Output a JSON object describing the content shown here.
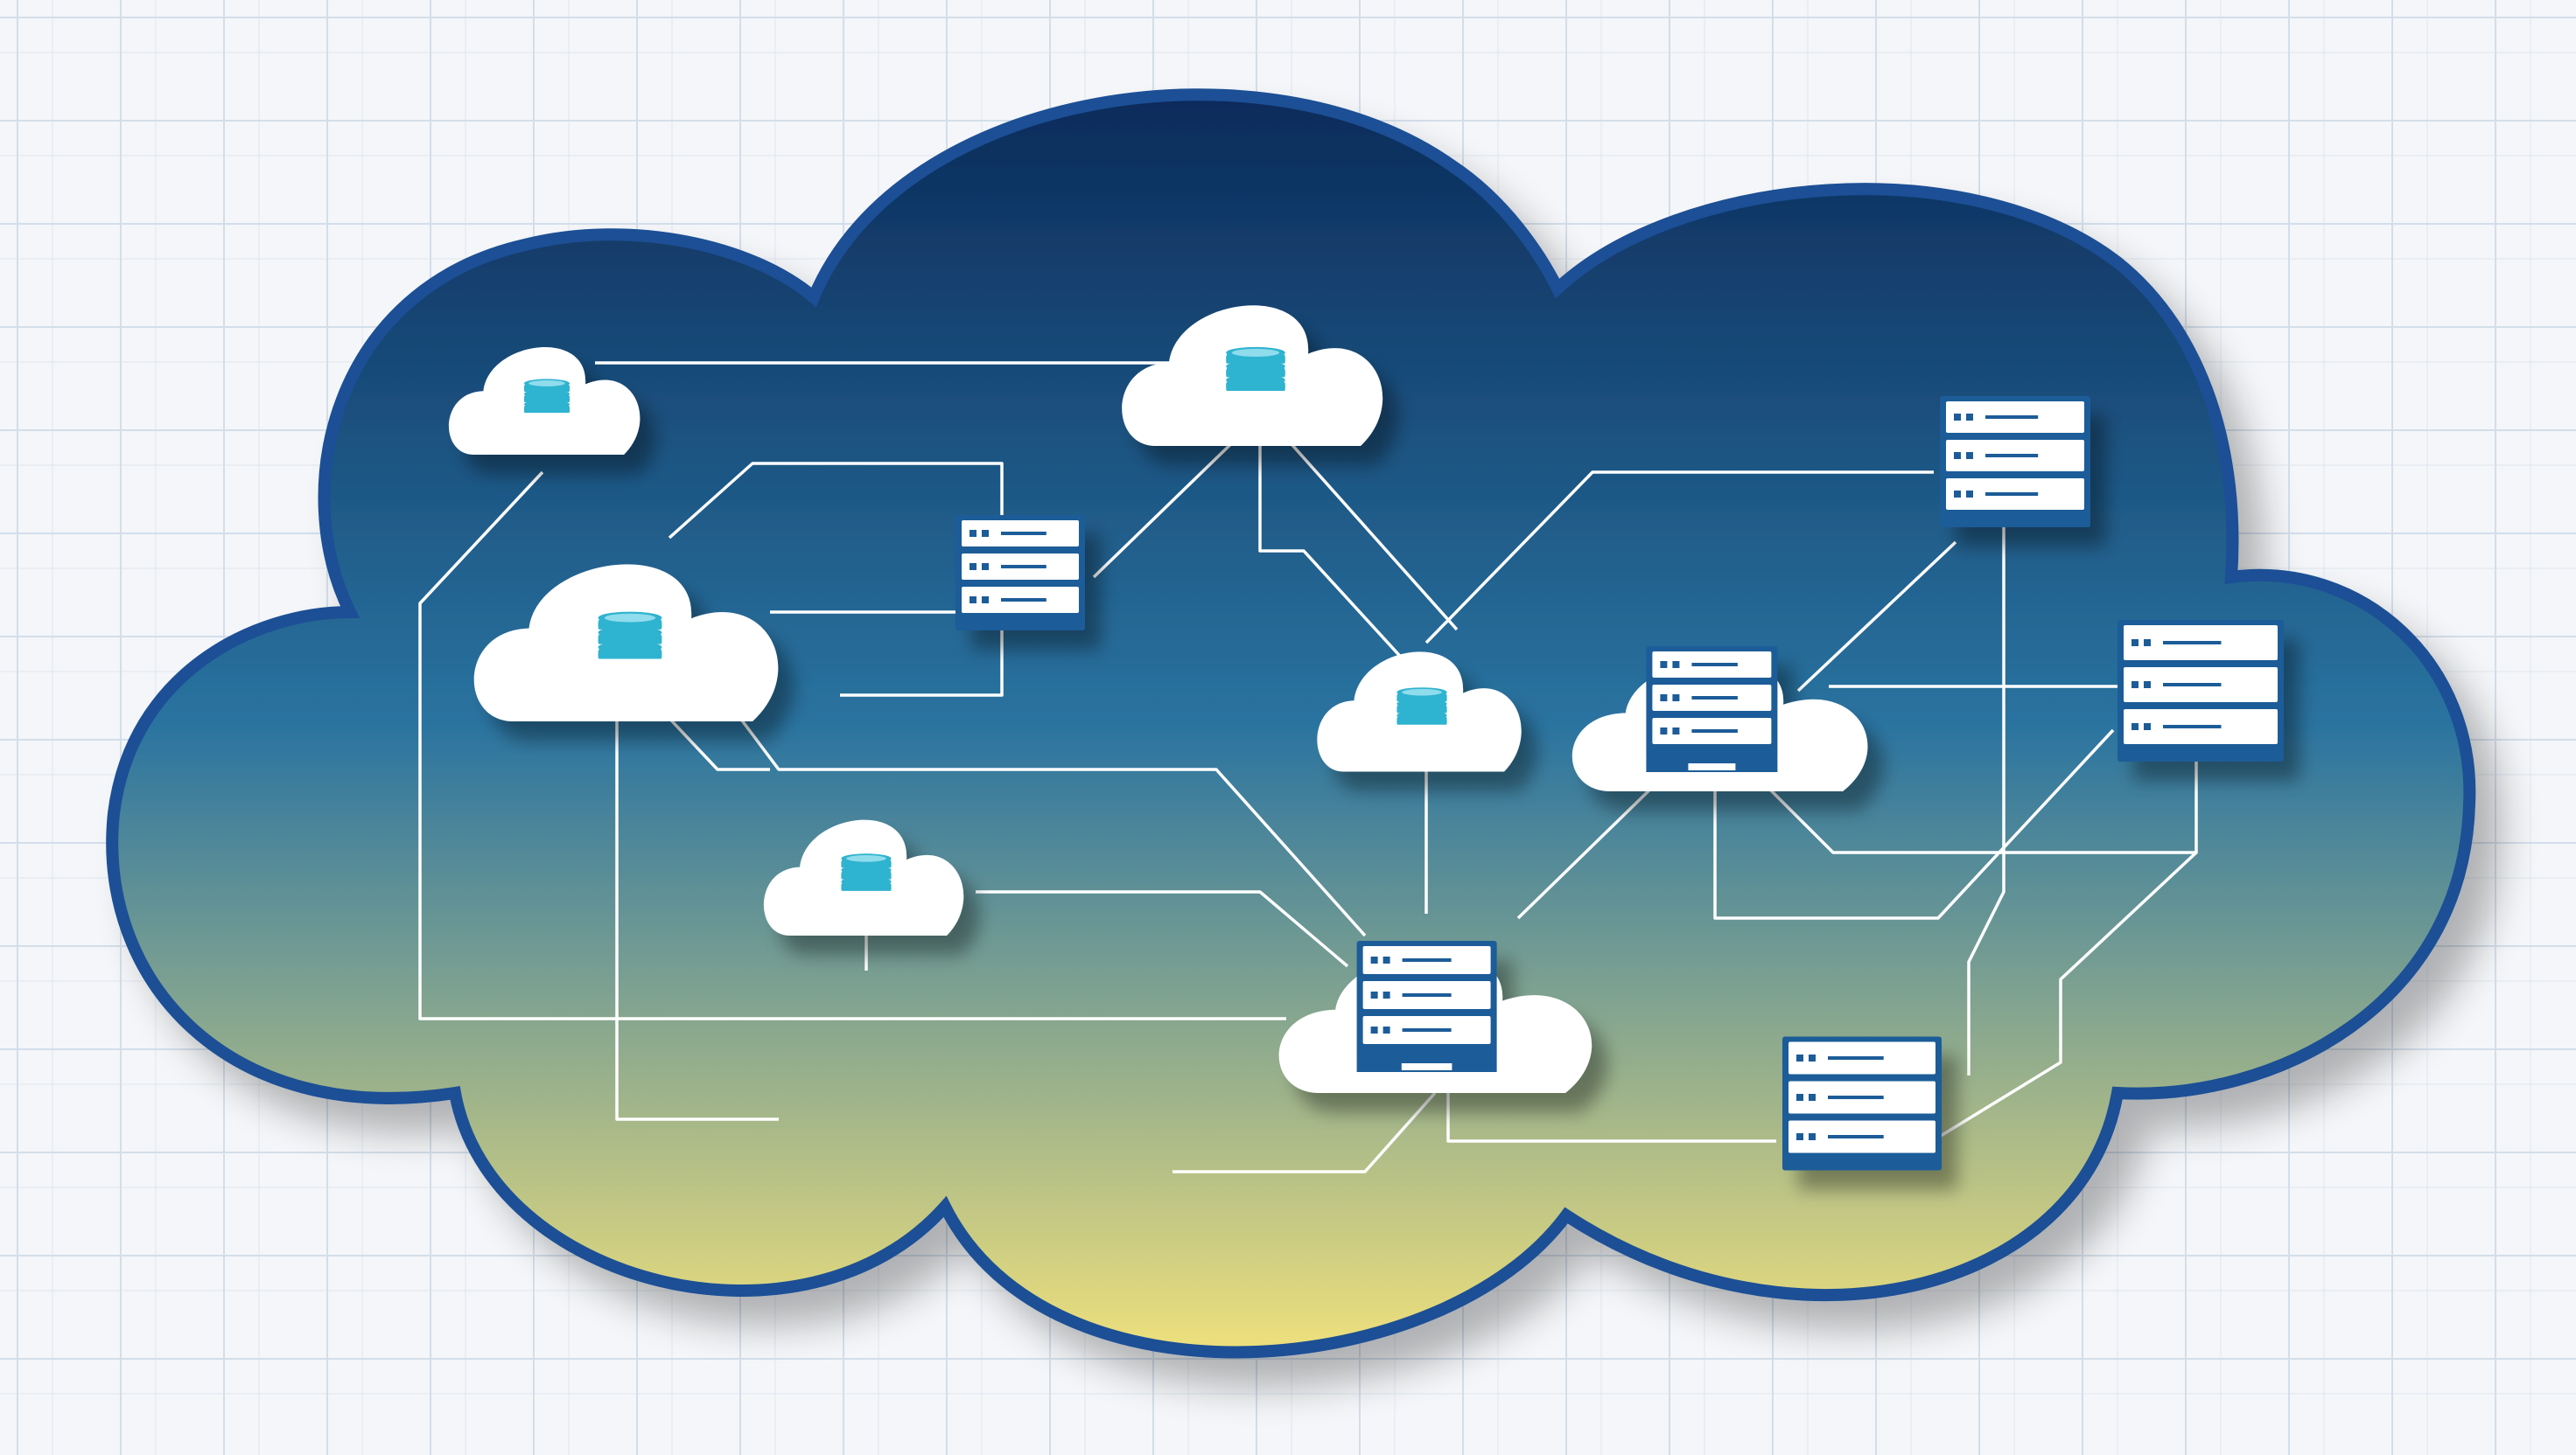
{
  "colors": {
    "background": "#f4f6f9",
    "grid_line": "#d3deea",
    "cloud_top": "#0b2b5a",
    "cloud_mid": "#2a73a0",
    "cloud_bottom": "#efe07c",
    "cloud_border": "#1a4f95",
    "connector": "#ffffff",
    "node_fill": "#ffffff",
    "node_icon": "#2fb3d0",
    "server_frame": "#1d5b98",
    "server_indicator": "#1d5b98"
  },
  "icons": {
    "main_shape": "cloud-icon",
    "storage_node": "database-icon",
    "compute_node": "server-rack-icon"
  },
  "nodes": {
    "cloud_storage_count": 5,
    "cloud_server_count": 2,
    "standalone_server_count": 4
  }
}
